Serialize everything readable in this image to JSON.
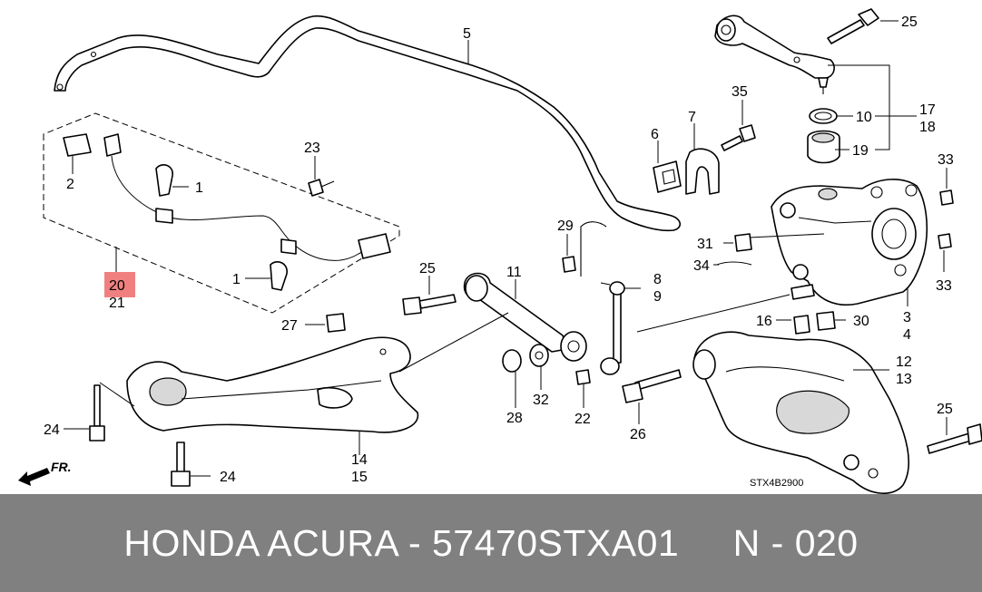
{
  "diagram": {
    "callouts": {
      "c5": "5",
      "c25a": "25",
      "c35": "35",
      "c7": "7",
      "c6": "6",
      "c10": "10",
      "c17": "17",
      "c18": "18",
      "c19": "19",
      "c33a": "33",
      "c33b": "33",
      "c23": "23",
      "c2": "2",
      "c1a": "1",
      "c1b": "1",
      "c20": "20",
      "c21": "21",
      "c29": "29",
      "c31": "31",
      "c34": "34",
      "c25b": "25",
      "c11": "11",
      "c8": "8",
      "c9": "9",
      "c3": "3",
      "c4": "4",
      "c27": "27",
      "c16": "16",
      "c30": "30",
      "c12": "12",
      "c13": "13",
      "c24a": "24",
      "c24b": "24",
      "c14": "14",
      "c15": "15",
      "c28": "28",
      "c32": "32",
      "c22": "22",
      "c26": "26",
      "c25c": "25"
    },
    "fr_label": "FR.",
    "diagram_code": "STX4B2900",
    "highlight_color": "#f08080"
  },
  "footer": {
    "text": "HONDA ACURA - 57470STXA01     N - 020",
    "background": "#808080",
    "color": "#ffffff"
  }
}
